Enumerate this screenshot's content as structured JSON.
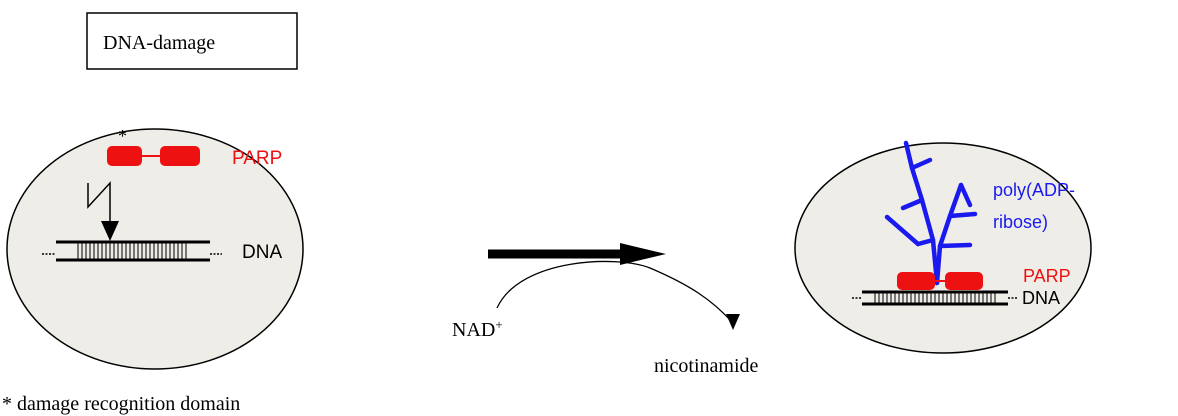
{
  "trigger_box": {
    "label": "DNA-damage"
  },
  "left_cell": {
    "asterisk": "*",
    "parp_label": "PARP",
    "dna_label": "DNA"
  },
  "reaction": {
    "substrate": "NAD",
    "substrate_superscript": "+",
    "product": "nicotinamide"
  },
  "right_cell": {
    "polymer_label_line1": "poly(ADP-",
    "polymer_label_line2": "ribose)",
    "parp_label": "PARP",
    "dna_label": "DNA"
  },
  "footnote": "* damage recognition domain",
  "colors": {
    "parp": "#ee1111",
    "polymer": "#1a1aee",
    "cell_fill": "#efede8",
    "ink": "#000000"
  }
}
